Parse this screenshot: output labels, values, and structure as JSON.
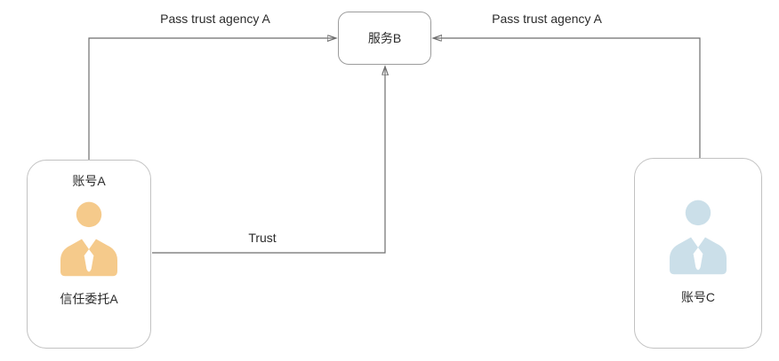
{
  "nodes": {
    "service_b": {
      "label": "服务B"
    },
    "account_a": {
      "title": "账号A",
      "subtitle": "信任委托A"
    },
    "account_c": {
      "label": "账号C"
    }
  },
  "edges": {
    "pass_left": {
      "label": "Pass trust agency A"
    },
    "pass_right": {
      "label": "Pass trust agency A"
    },
    "trust": {
      "label": "Trust"
    }
  },
  "icons": {
    "account_a_icon": "person-icon",
    "account_c_icon": "person-icon"
  },
  "colors": {
    "connector": "#6e6e6e",
    "node_border": "#c2c2c2",
    "service_border": "#9c9c9c",
    "person_a": "#f5ca8b",
    "person_c": "#cbdfe9",
    "text": "#2b2b2b"
  }
}
